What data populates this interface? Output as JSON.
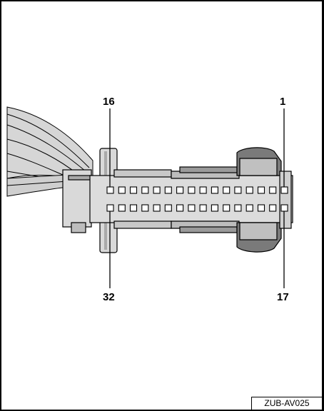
{
  "figure": {
    "reference_code": "ZUB-AV025",
    "connector": {
      "pins_per_row": 16,
      "rows": 2
    },
    "pin_labels": {
      "top_left": "16",
      "top_right": "1",
      "bottom_left": "32",
      "bottom_right": "17"
    },
    "colors": {
      "outline": "#000000",
      "body_fill": "#d9d9d9",
      "shade_fill": "#a9a9a9",
      "dark_fill": "#7a7a7a",
      "wire_fill": "#c8c8c8"
    }
  }
}
